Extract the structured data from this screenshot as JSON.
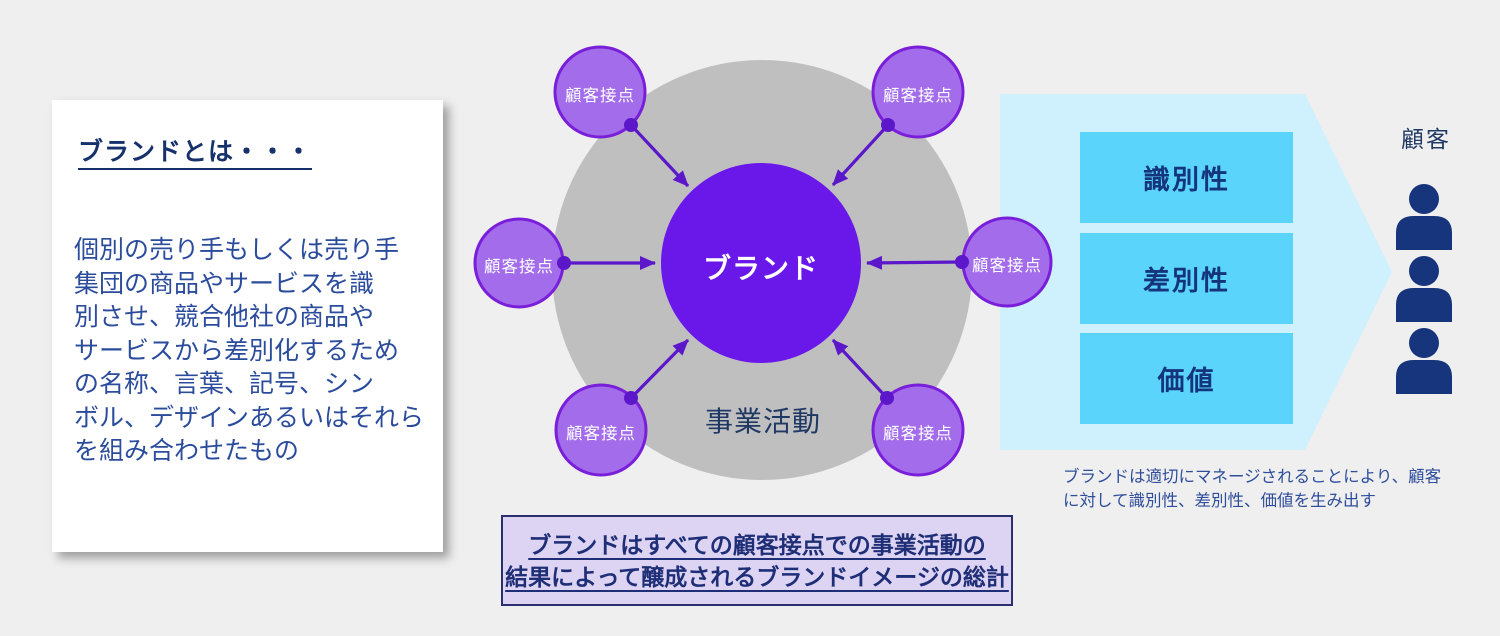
{
  "definition_card": {
    "title": "ブランドとは・・・",
    "body_lines": [
      "個別の売り手もしくは売り手",
      "集団の商品やサービスを識",
      "別させ、競合他社の商品や",
      "サービスから差別化するため",
      "の名称、言葉、記号、シン",
      "ボル、デザインあるいはそれら",
      "を組み合わせたもの"
    ]
  },
  "diagram": {
    "center_label": "ブランド",
    "outer_label": "事業活動",
    "touchpoint_label": "顧客接点"
  },
  "outcome": {
    "boxes": [
      "識別性",
      "差別性",
      "価値"
    ],
    "customer_label": "顧客",
    "caption_lines": [
      "ブランドは適切にマネージされることにより、顧客",
      "に対して識別性、差別性、価値を生み出す"
    ]
  },
  "summary_box": {
    "lines": [
      "ブランドはすべての顧客接点での事業活動の",
      "結果によって醸成されるブランドイメージの総計"
    ]
  },
  "colors": {
    "bg": "#F0EFEF",
    "card_bg": "#FFFFFF",
    "title_navy": "#16316B",
    "body_blue": "#2B4C9C",
    "caption_blue": "#2E4E9B",
    "outer_gray": "#BFBFBF",
    "outer_label_navy": "#1F3864",
    "brand_purple": "#6A17EA",
    "touchpoint_fill": "#A26CEB",
    "touchpoint_border": "#7A1FD9",
    "connector_purple": "#5B17C9",
    "arrow_pale_blue": "#CFF0FD",
    "result_box_sky": "#5BD4FB",
    "result_text_navy": "#14347C",
    "customer_navy": "#1F3864",
    "person_navy": "#16357C",
    "summary_bg": "#DDD3F3",
    "summary_border": "#2A2F6E",
    "summary_text": "#1F2F77"
  }
}
